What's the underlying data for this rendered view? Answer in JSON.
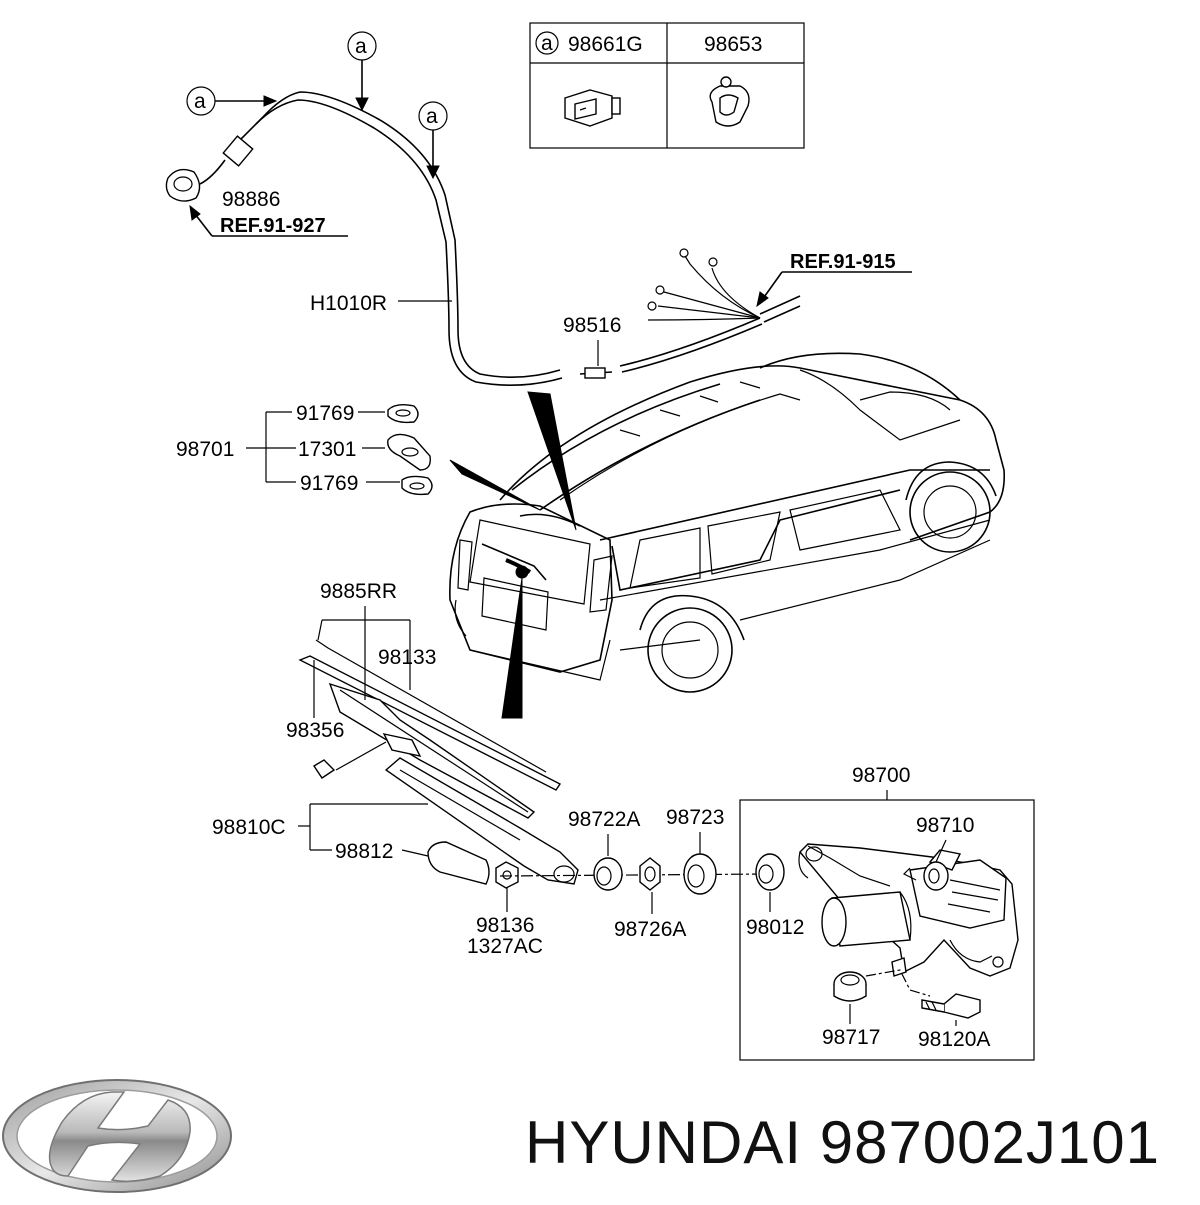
{
  "callout": {
    "letter": "a"
  },
  "refs": {
    "ref_927": "REF.91-927",
    "ref_915": "REF.91-915"
  },
  "legend": {
    "symbol": "a",
    "part_a": "98661G",
    "part_b": "98653"
  },
  "labels": {
    "p98886": "98886",
    "pH1010R": "H1010R",
    "p98516": "98516",
    "p98701": "98701",
    "p91769_top": "91769",
    "p17301": "17301",
    "p91769_bot": "91769",
    "p9885RR": "9885RR",
    "p98133": "98133",
    "p98356": "98356",
    "p98810C": "98810C",
    "p98812": "98812",
    "p98722A": "98722A",
    "p98723": "98723",
    "p98136": "98136",
    "p1327AC": "1327AC",
    "p98726A": "98726A",
    "p98700": "98700",
    "p98710": "98710",
    "p98012": "98012",
    "p98717": "98717",
    "p98120A": "98120A"
  },
  "brand": {
    "text": "HYUNDAI 987002J101"
  },
  "icons": [
    "hyundai-logo",
    "suv-vehicle",
    "wiper-blade",
    "wiper-motor",
    "washer-nozzle",
    "hose"
  ]
}
